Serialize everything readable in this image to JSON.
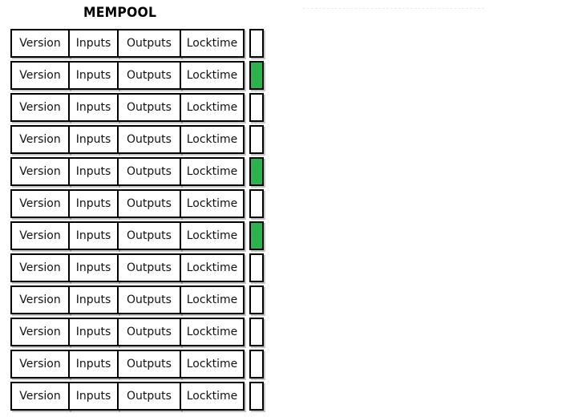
{
  "title": "MEMPOOL",
  "colors": {
    "confirmed": "#2eb24e",
    "border": "#000000",
    "background": "#ffffff",
    "text": "#111111",
    "dashed_rule": "#ebebeb"
  },
  "columns": [
    "Version",
    "Inputs",
    "Outputs",
    "Locktime"
  ],
  "rows": [
    {
      "version": "Version",
      "inputs": "Inputs",
      "outputs": "Outputs",
      "locktime": "Locktime",
      "confirmed": false
    },
    {
      "version": "Version",
      "inputs": "Inputs",
      "outputs": "Outputs",
      "locktime": "Locktime",
      "confirmed": true
    },
    {
      "version": "Version",
      "inputs": "Inputs",
      "outputs": "Outputs",
      "locktime": "Locktime",
      "confirmed": false
    },
    {
      "version": "Version",
      "inputs": "Inputs",
      "outputs": "Outputs",
      "locktime": "Locktime",
      "confirmed": false
    },
    {
      "version": "Version",
      "inputs": "Inputs",
      "outputs": "Outputs",
      "locktime": "Locktime",
      "confirmed": true
    },
    {
      "version": "Version",
      "inputs": "Inputs",
      "outputs": "Outputs",
      "locktime": "Locktime",
      "confirmed": false
    },
    {
      "version": "Version",
      "inputs": "Inputs",
      "outputs": "Outputs",
      "locktime": "Locktime",
      "confirmed": true
    },
    {
      "version": "Version",
      "inputs": "Inputs",
      "outputs": "Outputs",
      "locktime": "Locktime",
      "confirmed": false
    },
    {
      "version": "Version",
      "inputs": "Inputs",
      "outputs": "Outputs",
      "locktime": "Locktime",
      "confirmed": false
    },
    {
      "version": "Version",
      "inputs": "Inputs",
      "outputs": "Outputs",
      "locktime": "Locktime",
      "confirmed": false
    },
    {
      "version": "Version",
      "inputs": "Inputs",
      "outputs": "Outputs",
      "locktime": "Locktime",
      "confirmed": false
    },
    {
      "version": "Version",
      "inputs": "Inputs",
      "outputs": "Outputs",
      "locktime": "Locktime",
      "confirmed": false
    }
  ]
}
